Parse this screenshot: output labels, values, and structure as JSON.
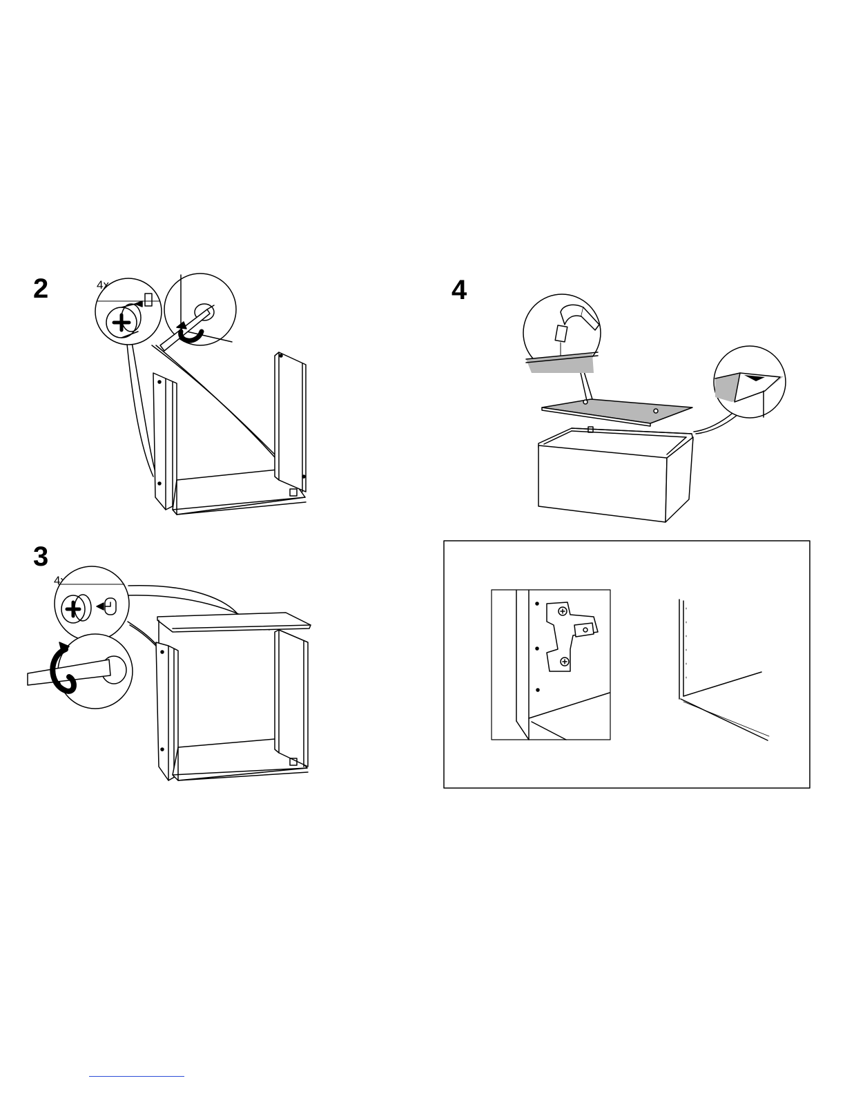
{
  "steps": [
    {
      "number": "2",
      "quantity": "4x"
    },
    {
      "number": "3",
      "quantity": "4x"
    },
    {
      "number": "4"
    }
  ],
  "colors": {
    "ink": "#000000",
    "shade": "#b8b8b8",
    "paper": "#ffffff",
    "footer_rule": "#2b4bd6"
  },
  "icons": [
    "cam-lock-icon",
    "dowel-icon",
    "screwdriver-icon",
    "rotate-arrow-icon",
    "hammer-icon",
    "hinge-icon"
  ]
}
